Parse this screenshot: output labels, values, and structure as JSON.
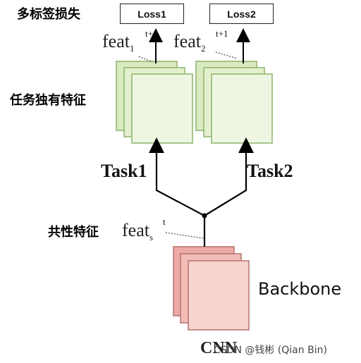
{
  "labels": {
    "multi_label_loss": "多标签损失",
    "task_specific_features": "任务独有特征",
    "shared_features": "共性特征",
    "loss1": "Loss1",
    "loss2": "Loss2",
    "task1": "Task1",
    "task2": "Task2",
    "backbone": "Backbone",
    "cnn": "CNN",
    "watermark": "CSDN @钱彬 (Qian Bin)"
  },
  "feat1": {
    "base": "feat",
    "sub": "1",
    "sup": "t+1"
  },
  "feat2": {
    "base": "feat",
    "sub": "2",
    "sup": "t+1"
  },
  "feat_s": {
    "base": "feat",
    "sub": "s",
    "sup": "t"
  },
  "colors": {
    "task_block_fill": "#e4f0d0",
    "task_block_stroke": "#9ec27a",
    "backbone_fill": "#f6c9c6",
    "backbone_stroke": "#c97b76",
    "line": "#000000"
  }
}
